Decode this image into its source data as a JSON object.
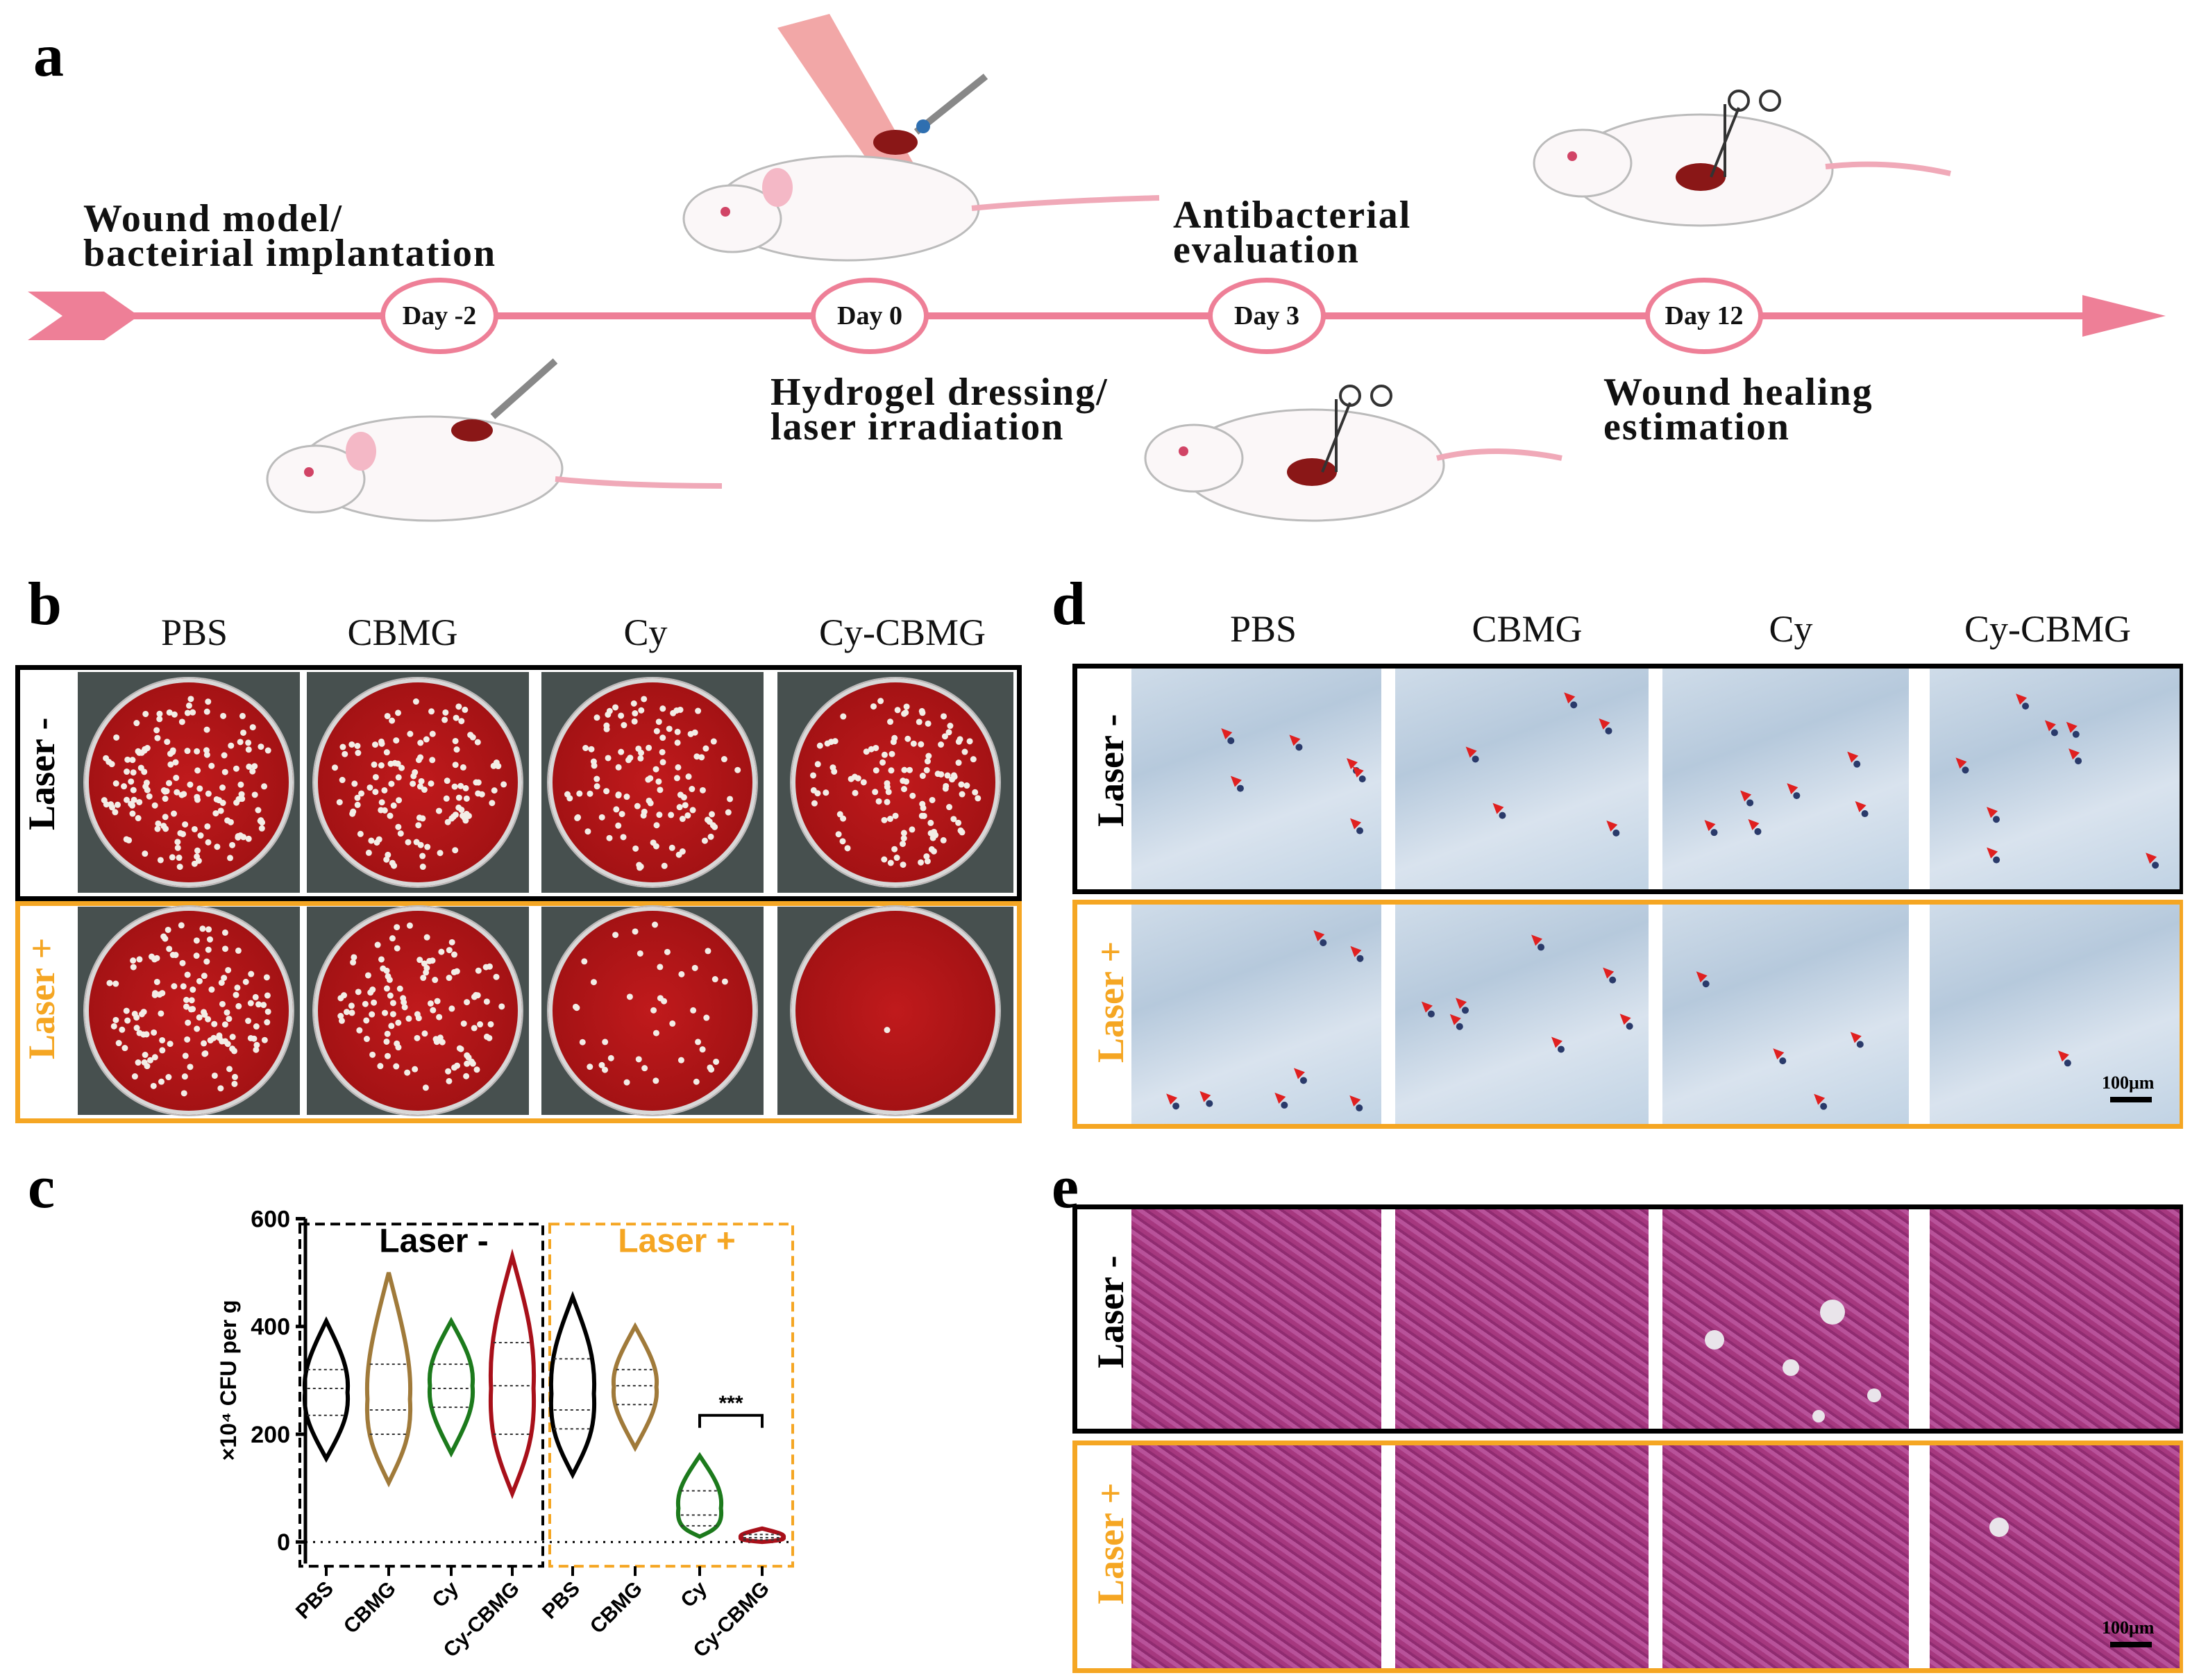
{
  "panels": {
    "a": "a",
    "b": "b",
    "c": "c",
    "d": "d",
    "e": "e"
  },
  "timeline": {
    "days": [
      "Day -2",
      "Day 0",
      "Day 3",
      "Day 12"
    ],
    "event_above_1": [
      "Wound model/",
      "bacteirial implantation"
    ],
    "event_below_2": [
      "Hydrogel dressing/",
      "laser irradiation"
    ],
    "event_above_3": [
      "Antibacterial",
      "evaluation"
    ],
    "event_below_4": [
      "Wound healing",
      "estimation"
    ]
  },
  "groups": [
    "PBS",
    "CBMG",
    "Cy",
    "Cy-CBMG"
  ],
  "rows": {
    "laser_minus": "Laser -",
    "laser_plus": "Laser +"
  },
  "colors": {
    "pink": "#ee7f97",
    "orange": "#f5a623",
    "black": "#000000",
    "pbs": "#000000",
    "cbmg": "#a07a3a",
    "cy": "#1c7a1c",
    "cycbmg": "#a8101a"
  },
  "scalebar": "100μm",
  "chart_data": {
    "type": "violin",
    "ylabel": "×10⁴ CFU per g",
    "ylim": [
      -50,
      620
    ],
    "yticks": [
      0,
      200,
      400,
      600
    ],
    "group_labels": [
      "Laser -",
      "Laser +"
    ],
    "categories": [
      "PBS",
      "CBMG",
      "Cy",
      "Cy-CBMG",
      "PBS",
      "CBMG",
      "Cy",
      "Cy-CBMG"
    ],
    "significance": "***",
    "series": [
      {
        "group": "Laser -",
        "category": "PBS",
        "min": 155,
        "max": 410,
        "median": 285,
        "q1": 235,
        "q3": 320
      },
      {
        "group": "Laser -",
        "category": "CBMG",
        "min": 110,
        "max": 500,
        "median": 245,
        "q1": 200,
        "q3": 330
      },
      {
        "group": "Laser -",
        "category": "Cy",
        "min": 165,
        "max": 410,
        "median": 285,
        "q1": 250,
        "q3": 330
      },
      {
        "group": "Laser -",
        "category": "Cy-CBMG",
        "min": 90,
        "max": 530,
        "median": 290,
        "q1": 200,
        "q3": 370
      },
      {
        "group": "Laser +",
        "category": "PBS",
        "min": 125,
        "max": 455,
        "median": 245,
        "q1": 210,
        "q3": 340
      },
      {
        "group": "Laser +",
        "category": "CBMG",
        "min": 175,
        "max": 400,
        "median": 290,
        "q1": 255,
        "q3": 320
      },
      {
        "group": "Laser +",
        "category": "Cy",
        "min": 10,
        "max": 160,
        "median": 50,
        "q1": 30,
        "q3": 95
      },
      {
        "group": "Laser +",
        "category": "Cy-CBMG",
        "min": 0,
        "max": 25,
        "median": 8,
        "q1": 4,
        "q3": 14
      }
    ]
  }
}
